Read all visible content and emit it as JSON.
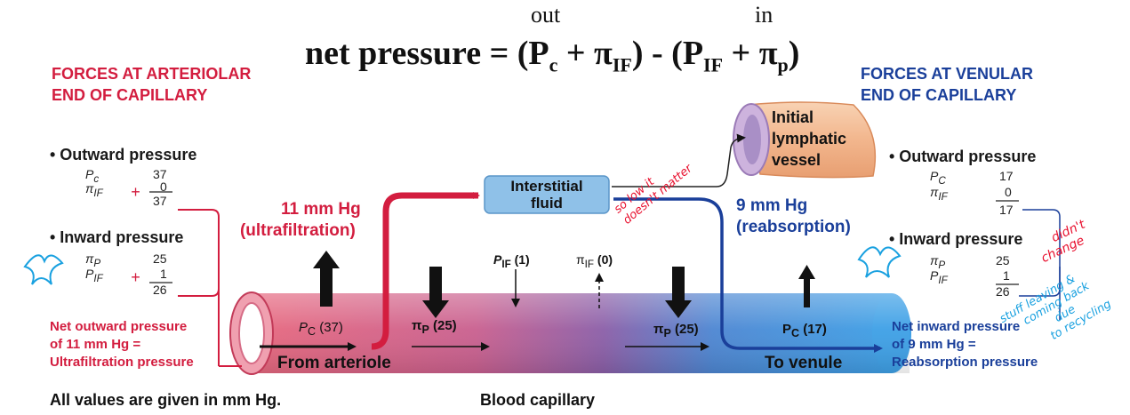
{
  "equation": {
    "out_label": "out",
    "in_label": "in",
    "text": "net pressure = (P",
    "sub_c": "c",
    "plus1": " + π",
    "sub_if1": "IF",
    "mid": ") - (P",
    "sub_if2": "IF",
    "plus2": " + π",
    "sub_p": "p",
    "end": ")"
  },
  "left": {
    "heading_line1": "FORCES AT ARTERIOLAR",
    "heading_line2": "END OF CAPILLARY",
    "outward_label": "• Outward pressure",
    "pc_label": "P",
    "pc_sub": "c",
    "pc_value": "37",
    "pif_label": "π",
    "pif_sub": "IF",
    "pif_value": "0",
    "out_total": "37",
    "inward_label": "• Inward pressure",
    "pp_label": "π",
    "pp_sub": "P",
    "pp_value": "25",
    "Pif_label": "P",
    "Pif_sub": "IF",
    "Pif_value": "1",
    "in_total": "26",
    "net_line1": "Net outward pressure",
    "net_line2": "of 11 mm Hg =",
    "net_line3": "Ultrafiltration pressure"
  },
  "right": {
    "heading_line1": "FORCES AT VENULAR",
    "heading_line2": "END OF CAPILLARY",
    "outward_label": "• Outward pressure",
    "pc_label": "P",
    "pc_sub": "C",
    "pc_value": "17",
    "pif_label": "π",
    "pif_sub": "IF",
    "pif_value": "0",
    "out_total": "17",
    "inward_label": "• Inward pressure",
    "pp_label": "π",
    "pp_sub": "P",
    "pp_value": "25",
    "Pif_label": "P",
    "Pif_sub": "IF",
    "Pif_value": "1",
    "in_total": "26",
    "net_line1": "Net inward pressure",
    "net_line2": "of 9 mm Hg =",
    "net_line3": "Reabsorption pressure"
  },
  "diagram": {
    "ultra_line1": "11 mm Hg",
    "ultra_line2": "(ultrafiltration)",
    "reab_line1": "9 mm Hg",
    "reab_line2": "(reabsorption)",
    "interstitial_line1": "Interstitial",
    "interstitial_line2": "fluid",
    "lymph_line1": "Initial",
    "lymph_line2": "lymphatic",
    "lymph_line3": "vessel",
    "pc37": "P",
    "pc37_sub": "C",
    "pc37_val": " (37)",
    "pip25a": "π",
    "pip25a_sub": "P",
    "pip25a_val": " (25)",
    "pif1": "P",
    "pif1_sub": "IF",
    "pif1_val": " (1)",
    "piif0": "π",
    "piif0_sub": "IF",
    "piif0_val": " (0)",
    "pip25b": "π",
    "pip25b_sub": "P",
    "pip25b_val": " (25)",
    "pc17": "P",
    "pc17_sub": "C",
    "pc17_val": " (17)",
    "from_arteriole": "From arteriole",
    "to_venule": "To venule"
  },
  "footer": {
    "values_note": "All values are given in mm Hg.",
    "capillary_label": "Blood capillary"
  },
  "annotations": {
    "so_low": "so low it",
    "doesnt_matter": "doesn't matter",
    "didnt": "didn't",
    "change": "change",
    "stuff1": "stuff leaving &",
    "stuff2": "coming back",
    "stuff3": "due",
    "stuff4": "to recycling"
  },
  "colors": {
    "arteriolar_red": "#d31d3f",
    "venular_blue": "#1a3f9a",
    "interstitial_fill": "#8fc1e8",
    "lymph_fill": "#f5c09a"
  }
}
